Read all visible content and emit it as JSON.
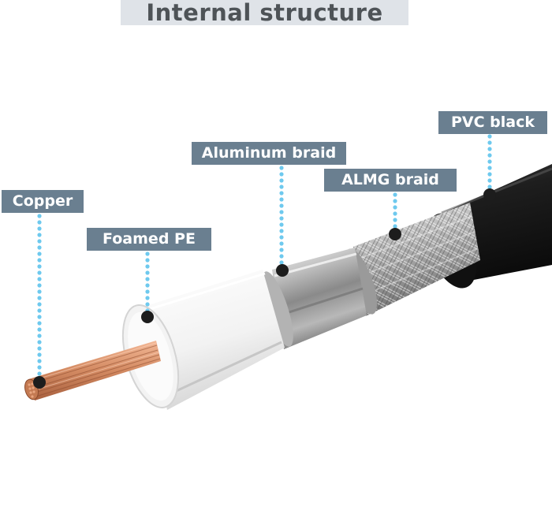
{
  "title": "Internal structure",
  "labels": {
    "copper": "Copper",
    "foamed_pe": "Foamed PE",
    "aluminum_braid": "Aluminum braid",
    "almg_braid": "ALMG braid",
    "pvc_black": "PVC black"
  },
  "colors": {
    "label_bg": "#6a7f90",
    "title_bg": "#dfe3e8",
    "leader_dots": "#6ec9ee",
    "jacket": "#1b1b1b",
    "dielectric": "#f4f4f4",
    "copper": "#d98e66"
  }
}
